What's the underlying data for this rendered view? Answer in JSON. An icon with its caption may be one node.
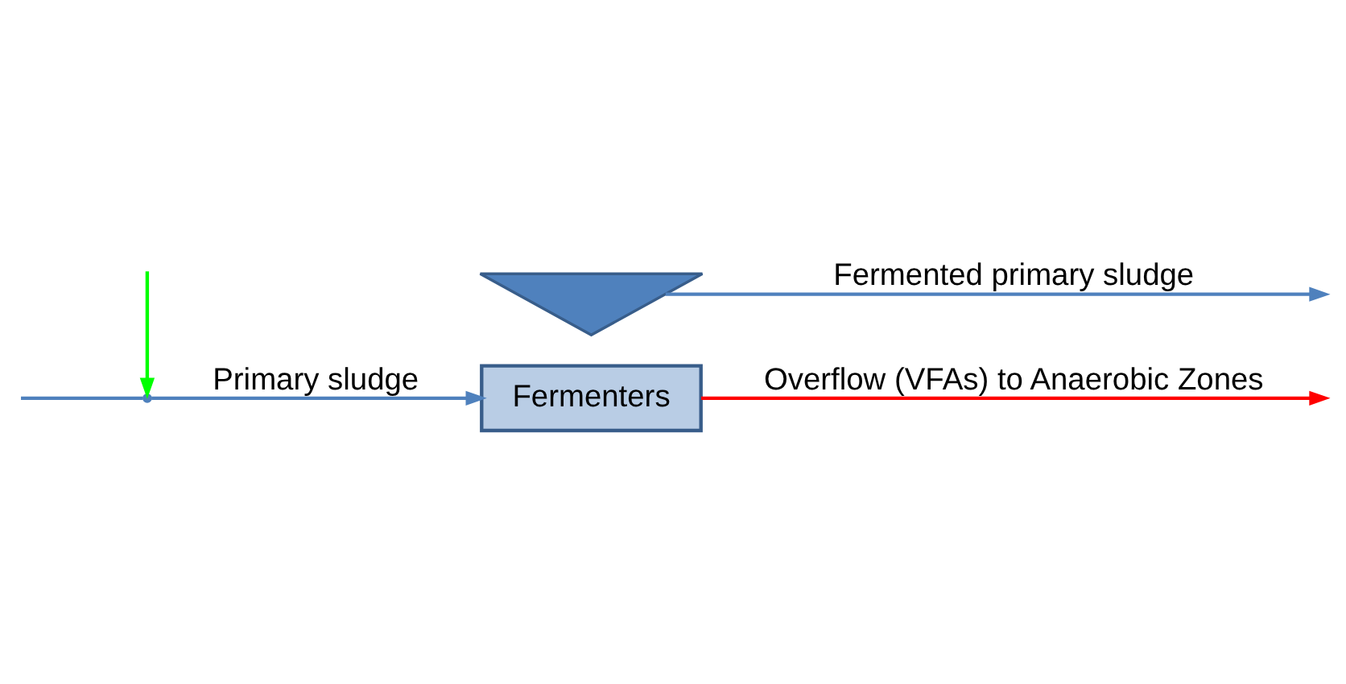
{
  "diagram": {
    "nodes": [
      {
        "text": [
          "Fermenters"
        ]
      },
      {
        "text": [],
        "shape": "triangle"
      },
      {
        "text": [],
        "shape": "point"
      }
    ],
    "edges": [
      {
        "from": null,
        "to": 2,
        "arrow": "none"
      },
      {
        "from": null,
        "to": 2,
        "arrow": "to",
        "color": "#00ff00"
      },
      {
        "from": 2,
        "to": 0,
        "arrow": "to",
        "label": "Primary sludge"
      },
      {
        "from": 0,
        "to": null,
        "arrow": "to",
        "label": "Overflow (VFAs) to Anaerobic Zones",
        "color": "#ff0000"
      },
      {
        "from": 1,
        "to": null,
        "arrow": "to",
        "label": "Fermented primary sludge"
      }
    ]
  }
}
